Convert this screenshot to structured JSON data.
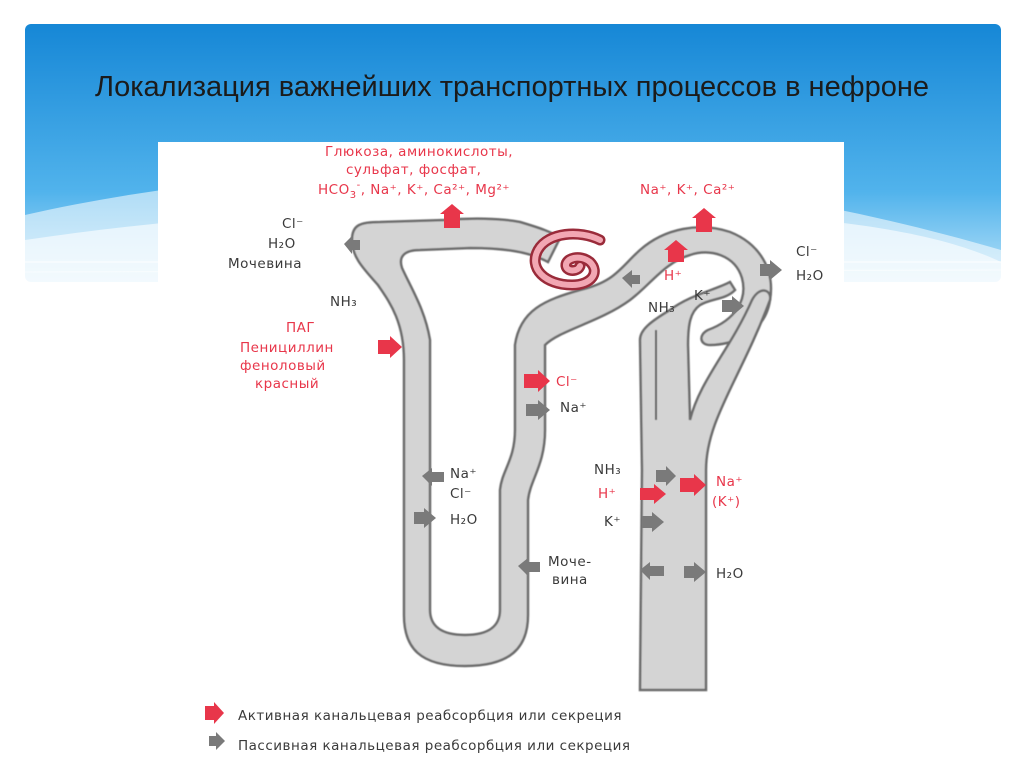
{
  "slide": {
    "title": "Локализация важнейших транспортных процессов в нефроне"
  },
  "labels": {
    "glucose_line1": "Глюкоза, аминокислоты,",
    "glucose_line2": "сульфат, фосфат,",
    "ions_proximal_hco3": "HCO",
    "ions_proximal_hco3_sub": "3",
    "ions_proximal_hco3_sup": "-",
    "ions_proximal_rest": ", Na⁺, K⁺, Ca²⁺, Mg²⁺",
    "ions_distal": "Na⁺, K⁺, Ca²⁺",
    "cl_left": "Cl⁻",
    "h2o_left": "H₂O",
    "urea_left": "Мочевина",
    "nh3_left": "NH₃",
    "pag": "ПАГ",
    "penicillin": "Пенициллин",
    "phenol1": "феноловый",
    "phenol2": "красный",
    "cl_asc": "Cl⁻",
    "na_asc": "Na⁺",
    "na_desc": "Na⁺",
    "cl_desc": "Cl⁻",
    "h2o_desc": "H₂O",
    "urea_mid1": "Моче-",
    "urea_mid2": "вина",
    "h_distal": "H⁺",
    "nh3_distal": "NH₃",
    "k_distal": "K⁺",
    "cl_right": "Cl⁻",
    "h2o_right": "H₂O",
    "nh3_collect": "NH₃",
    "h_collect": "H⁺",
    "k_collect": "K⁺",
    "na_collect": "Na⁺",
    "k_collect_paren": "(K⁺)",
    "h2o_collect": "H₂O"
  },
  "legend": {
    "active": "Активная канальцевая реабсорбция или секреция",
    "passive": "Пассивная канальцевая реабсорбция или секреция"
  },
  "colors": {
    "active": "#e8364a",
    "passive": "#7a7a7a",
    "tubule_fill": "#d4d4d4",
    "tubule_stroke": "#6c6c6c",
    "sky_top": "#1c8ed8",
    "sky_bottom": "#bfe3f7"
  }
}
